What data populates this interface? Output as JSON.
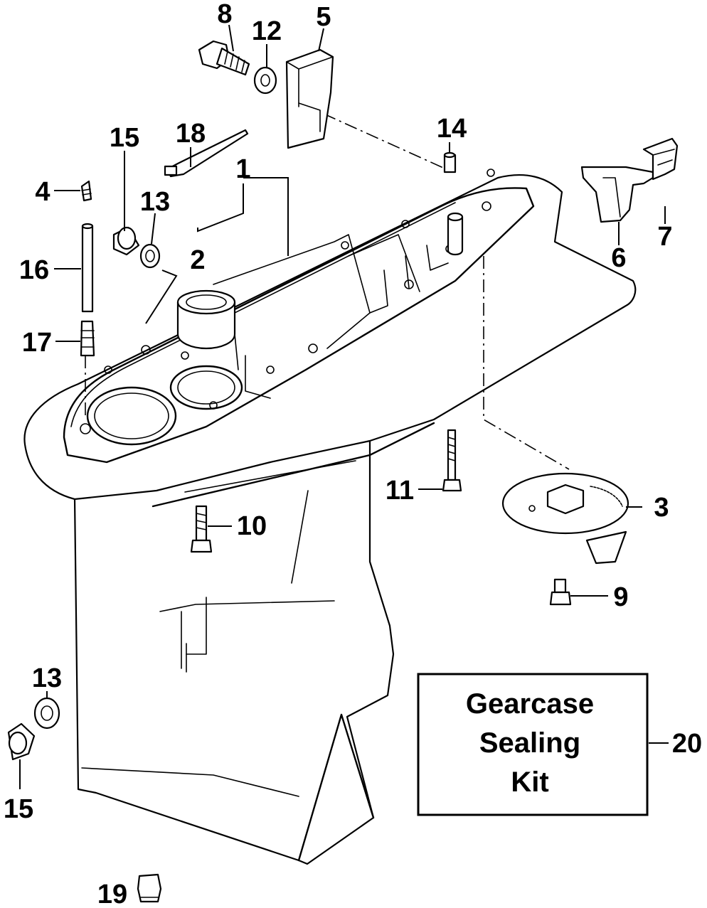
{
  "diagram": {
    "callouts": {
      "c1": "1",
      "c2": "2",
      "c3": "3",
      "c4": "4",
      "c5": "5",
      "c6": "6",
      "c7": "7",
      "c8": "8",
      "c9": "9",
      "c10": "10",
      "c11": "11",
      "c12": "12",
      "c13a": "13",
      "c13b": "13",
      "c14": "14",
      "c15a": "15",
      "c15b": "15",
      "c16": "16",
      "c17": "17",
      "c18": "18",
      "c19": "19",
      "c20": "20"
    },
    "kit_box": {
      "line1": "Gearcase",
      "line2": "Sealing",
      "line3": "Kit"
    }
  }
}
